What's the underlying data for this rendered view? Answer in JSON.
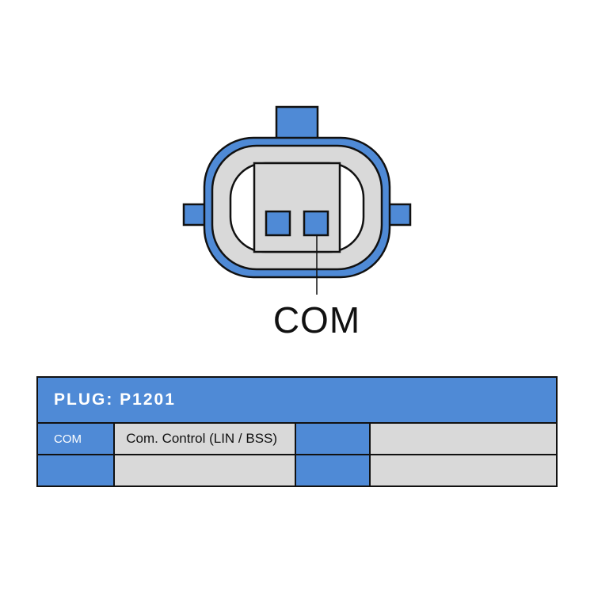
{
  "connector": {
    "pin_label": "COM",
    "colors": {
      "blue": "#4f8ad6",
      "outline": "#111111",
      "insert": "#d9d9d9",
      "housing": "#ffffff"
    }
  },
  "table": {
    "header": "PLUG: P1201",
    "rows": [
      {
        "code": "COM",
        "desc": "Com. Control (LIN / BSS)",
        "code2": "",
        "desc2": ""
      },
      {
        "code": "",
        "desc": "",
        "code2": "",
        "desc2": ""
      }
    ]
  }
}
